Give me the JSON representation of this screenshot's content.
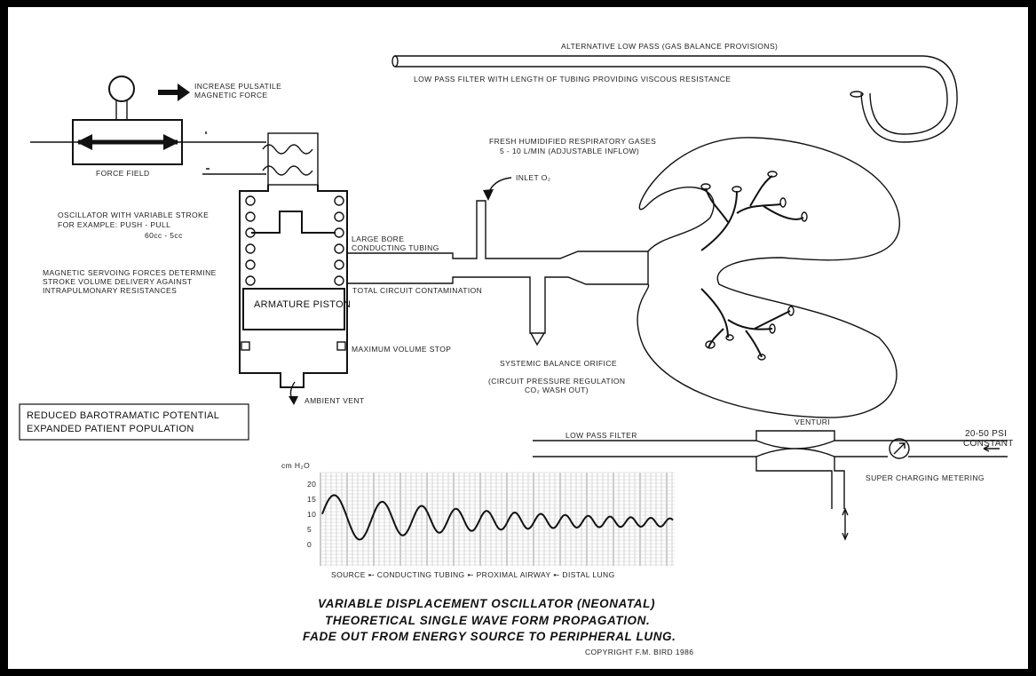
{
  "labels": {
    "increase_force": [
      "INCREASE PULSATILE",
      "MAGNETIC FORCE"
    ],
    "force_field": "FORCE FIELD",
    "oscillator": [
      "OSCILLATOR WITH VARIABLE STROKE",
      "FOR EXAMPLE: PUSH - PULL",
      "60cc - 5cc"
    ],
    "servoing": [
      "MAGNETIC SERVOING FORCES DETERMINE",
      "STROKE VOLUME DELIVERY AGAINST",
      "INTRAPULMONARY RESISTANCES"
    ],
    "large_bore": [
      "LARGE BORE",
      "CONDUCTING TUBING"
    ],
    "contamination": "TOTAL CIRCUIT CONTAMINATION",
    "armature": "ARMATURE PISTON",
    "max_stop": "MAXIMUM VOLUME STOP",
    "ambient_vent": "AMBIENT VENT",
    "alt_low_pass": "ALTERNATIVE LOW PASS (GAS BALANCE PROVISIONS)",
    "low_pass_tubing": "LOW PASS FILTER WITH LENGTH  OF TUBING PROVIDING VISCOUS RESISTANCE",
    "fresh_gases": [
      "FRESH HUMIDIFIED RESPIRATORY GASES",
      "5 - 10 L/MIN (ADJUSTABLE INFLOW)"
    ],
    "inlet_o2": "INLET O₂",
    "systemic": "SYSTEMIC BALANCE ORIFICE",
    "circuit_pressure": "(CIRCUIT PRESSURE REGULATION",
    "co2_wash": "CO₂ WASH OUT)",
    "reduced_box": [
      "REDUCED BAROTRAMATIC POTENTIAL",
      "EXPANDED PATIENT POPULATION"
    ],
    "venturi": "VENTURI",
    "low_pass_filter": "LOW PASS FILTER",
    "psi": [
      "20-50 PSI",
      "CONSTANT"
    ],
    "super_charging": "SUPER CHARGING METERING",
    "ylabel": "cm H₂O",
    "pathway": "SOURCE ➸ CONDUCTING TUBING ➸ PROXIMAL AIRWAY ➸ DISTAL LUNG",
    "title": [
      "VARIABLE DISPLACEMENT OSCILLATOR (NEONATAL)",
      "THEORETICAL SINGLE WAVE FORM PROPAGATION.",
      "FADE OUT FROM ENERGY SOURCE TO PERIPHERAL LUNG."
    ],
    "copyright": "COPYRIGHT F.M. BIRD 1986"
  },
  "waveform": {
    "ticks": [
      "20",
      "15",
      "10",
      "5",
      "0"
    ],
    "y_values": [
      20,
      15,
      10,
      5,
      0
    ]
  }
}
